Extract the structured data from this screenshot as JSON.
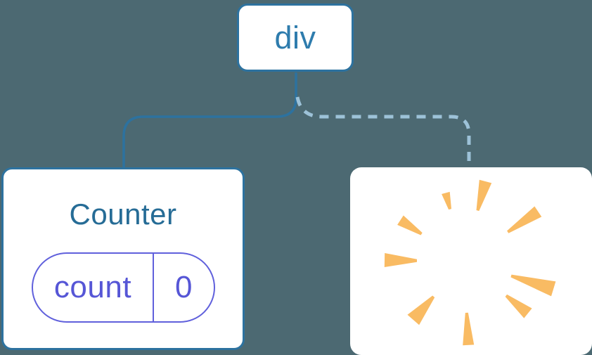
{
  "colors": {
    "background": "#4C6972",
    "card-bg": "#FFFFFF",
    "line-blue": "#2D729F",
    "line-dashed": "#9DC2D8",
    "node-text-blue": "#2E7CAD",
    "counter-title": "#266C96",
    "pill-purple-border": "#6060DC",
    "pill-purple-text": "#5656D6",
    "poof-orange": "#F9BB63"
  },
  "tree": {
    "root": {
      "label": "div"
    },
    "children": [
      {
        "type": "component",
        "title": "Counter",
        "connector": "solid",
        "state": {
          "key": "count",
          "value": "0"
        }
      },
      {
        "type": "removed",
        "connector": "dashed",
        "icon": "poof-starburst-icon"
      }
    ]
  }
}
